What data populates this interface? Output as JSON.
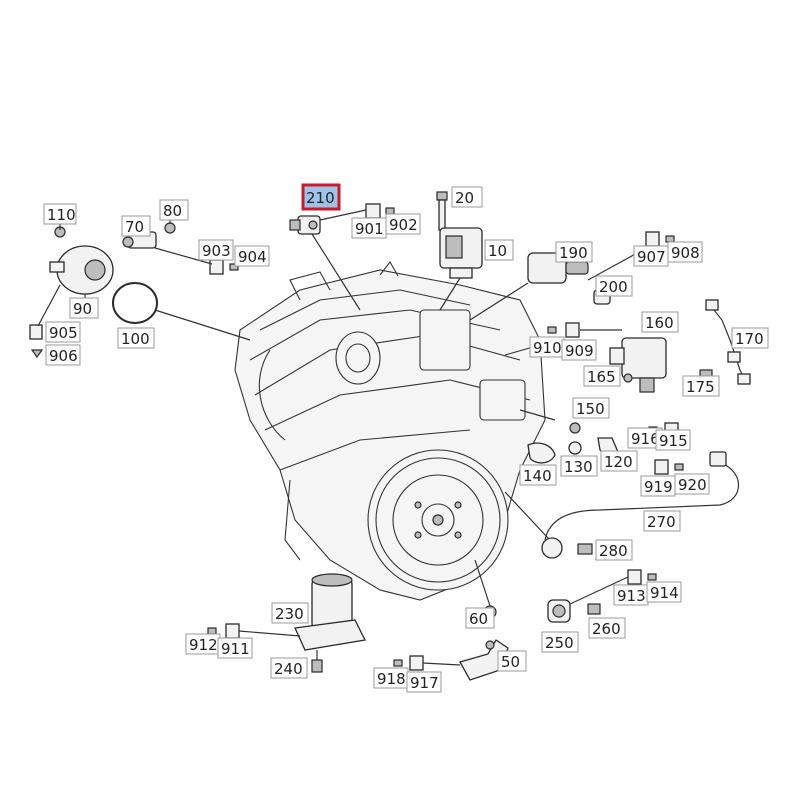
{
  "diagram": {
    "labels": {
      "l110": "110",
      "l70": "70",
      "l80": "80",
      "l90": "90",
      "l100": "100",
      "l903": "903",
      "l904": "904",
      "l905": "905",
      "l906": "906",
      "l210": "210",
      "l901": "901",
      "l902": "902",
      "l20": "20",
      "l10": "10",
      "l190": "190",
      "l907": "907",
      "l908": "908",
      "l200": "200",
      "l160": "160",
      "l170": "170",
      "l910": "910",
      "l909": "909",
      "l165": "165",
      "l175": "175",
      "l150": "150",
      "l916": "916",
      "l915": "915",
      "l130": "130",
      "l120": "120",
      "l140": "140",
      "l919": "919",
      "l920": "920",
      "l270": "270",
      "l280": "280",
      "l913": "913",
      "l914": "914",
      "l250": "250",
      "l260": "260",
      "l230": "230",
      "l912": "912",
      "l911": "911",
      "l240": "240",
      "l60": "60",
      "l50": "50",
      "l918": "918",
      "l917": "917"
    },
    "highlight_label": "l210",
    "colors": {
      "highlight_fill": "#9fc3e8",
      "highlight_border": "#c41e2a",
      "line": "#333333",
      "label_box": "#9a9a9a"
    }
  }
}
